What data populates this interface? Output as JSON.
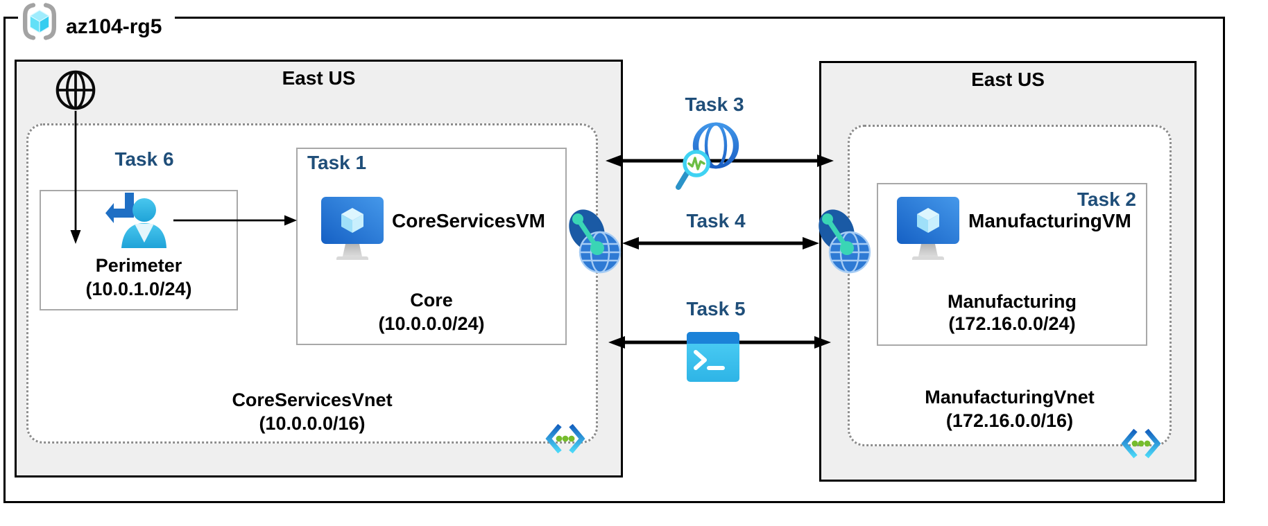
{
  "resource_group": {
    "name": "az104-rg5"
  },
  "left_region": {
    "location": "East US",
    "vnet_name": "CoreServicesVnet",
    "vnet_cidr": "(10.0.0.0/16)",
    "perimeter": {
      "task_label": "Task 6",
      "subnet_name": "Perimeter",
      "subnet_cidr": "(10.0.1.0/24)"
    },
    "core": {
      "task_label": "Task 1",
      "vm_name": "CoreServicesVM",
      "subnet_name": "Core",
      "subnet_cidr": "(10.0.0.0/24)"
    }
  },
  "right_region": {
    "location": "East US",
    "vnet_name": "ManufacturingVnet",
    "vnet_cidr": "(172.16.0.0/16)",
    "manufacturing": {
      "task_label": "Task 2",
      "vm_name": "ManufacturingVM",
      "subnet_name": "Manufacturing",
      "subnet_cidr": "(172.16.0.0/24)"
    }
  },
  "connections": {
    "task3_label": "Task 3",
    "task4_label": "Task 4",
    "task5_label": "Task 5"
  },
  "icons": {
    "resource_group": "resource-group-icon",
    "internet": "internet-globe-icon",
    "signin_user": "signin-user-icon",
    "virtual_machine": "virtual-machine-icon",
    "network_watcher": "network-watcher-icon",
    "vnet_peering": "vnet-peering-icon",
    "cloud_shell": "cloud-shell-icon",
    "virtual_network": "virtual-network-icon"
  },
  "colors": {
    "task_label_blue": "#1f4e79",
    "region_fill": "#efefef",
    "border_black": "#000000",
    "subnet_border_gray": "#a8a8a8",
    "vnet_dotted_gray": "#8c8c8c",
    "azure_blue": "#2e7ad4",
    "cyan_accent": "#50e6ff",
    "teal_link": "#3ad5b5",
    "green_dots": "#76bc2d"
  }
}
